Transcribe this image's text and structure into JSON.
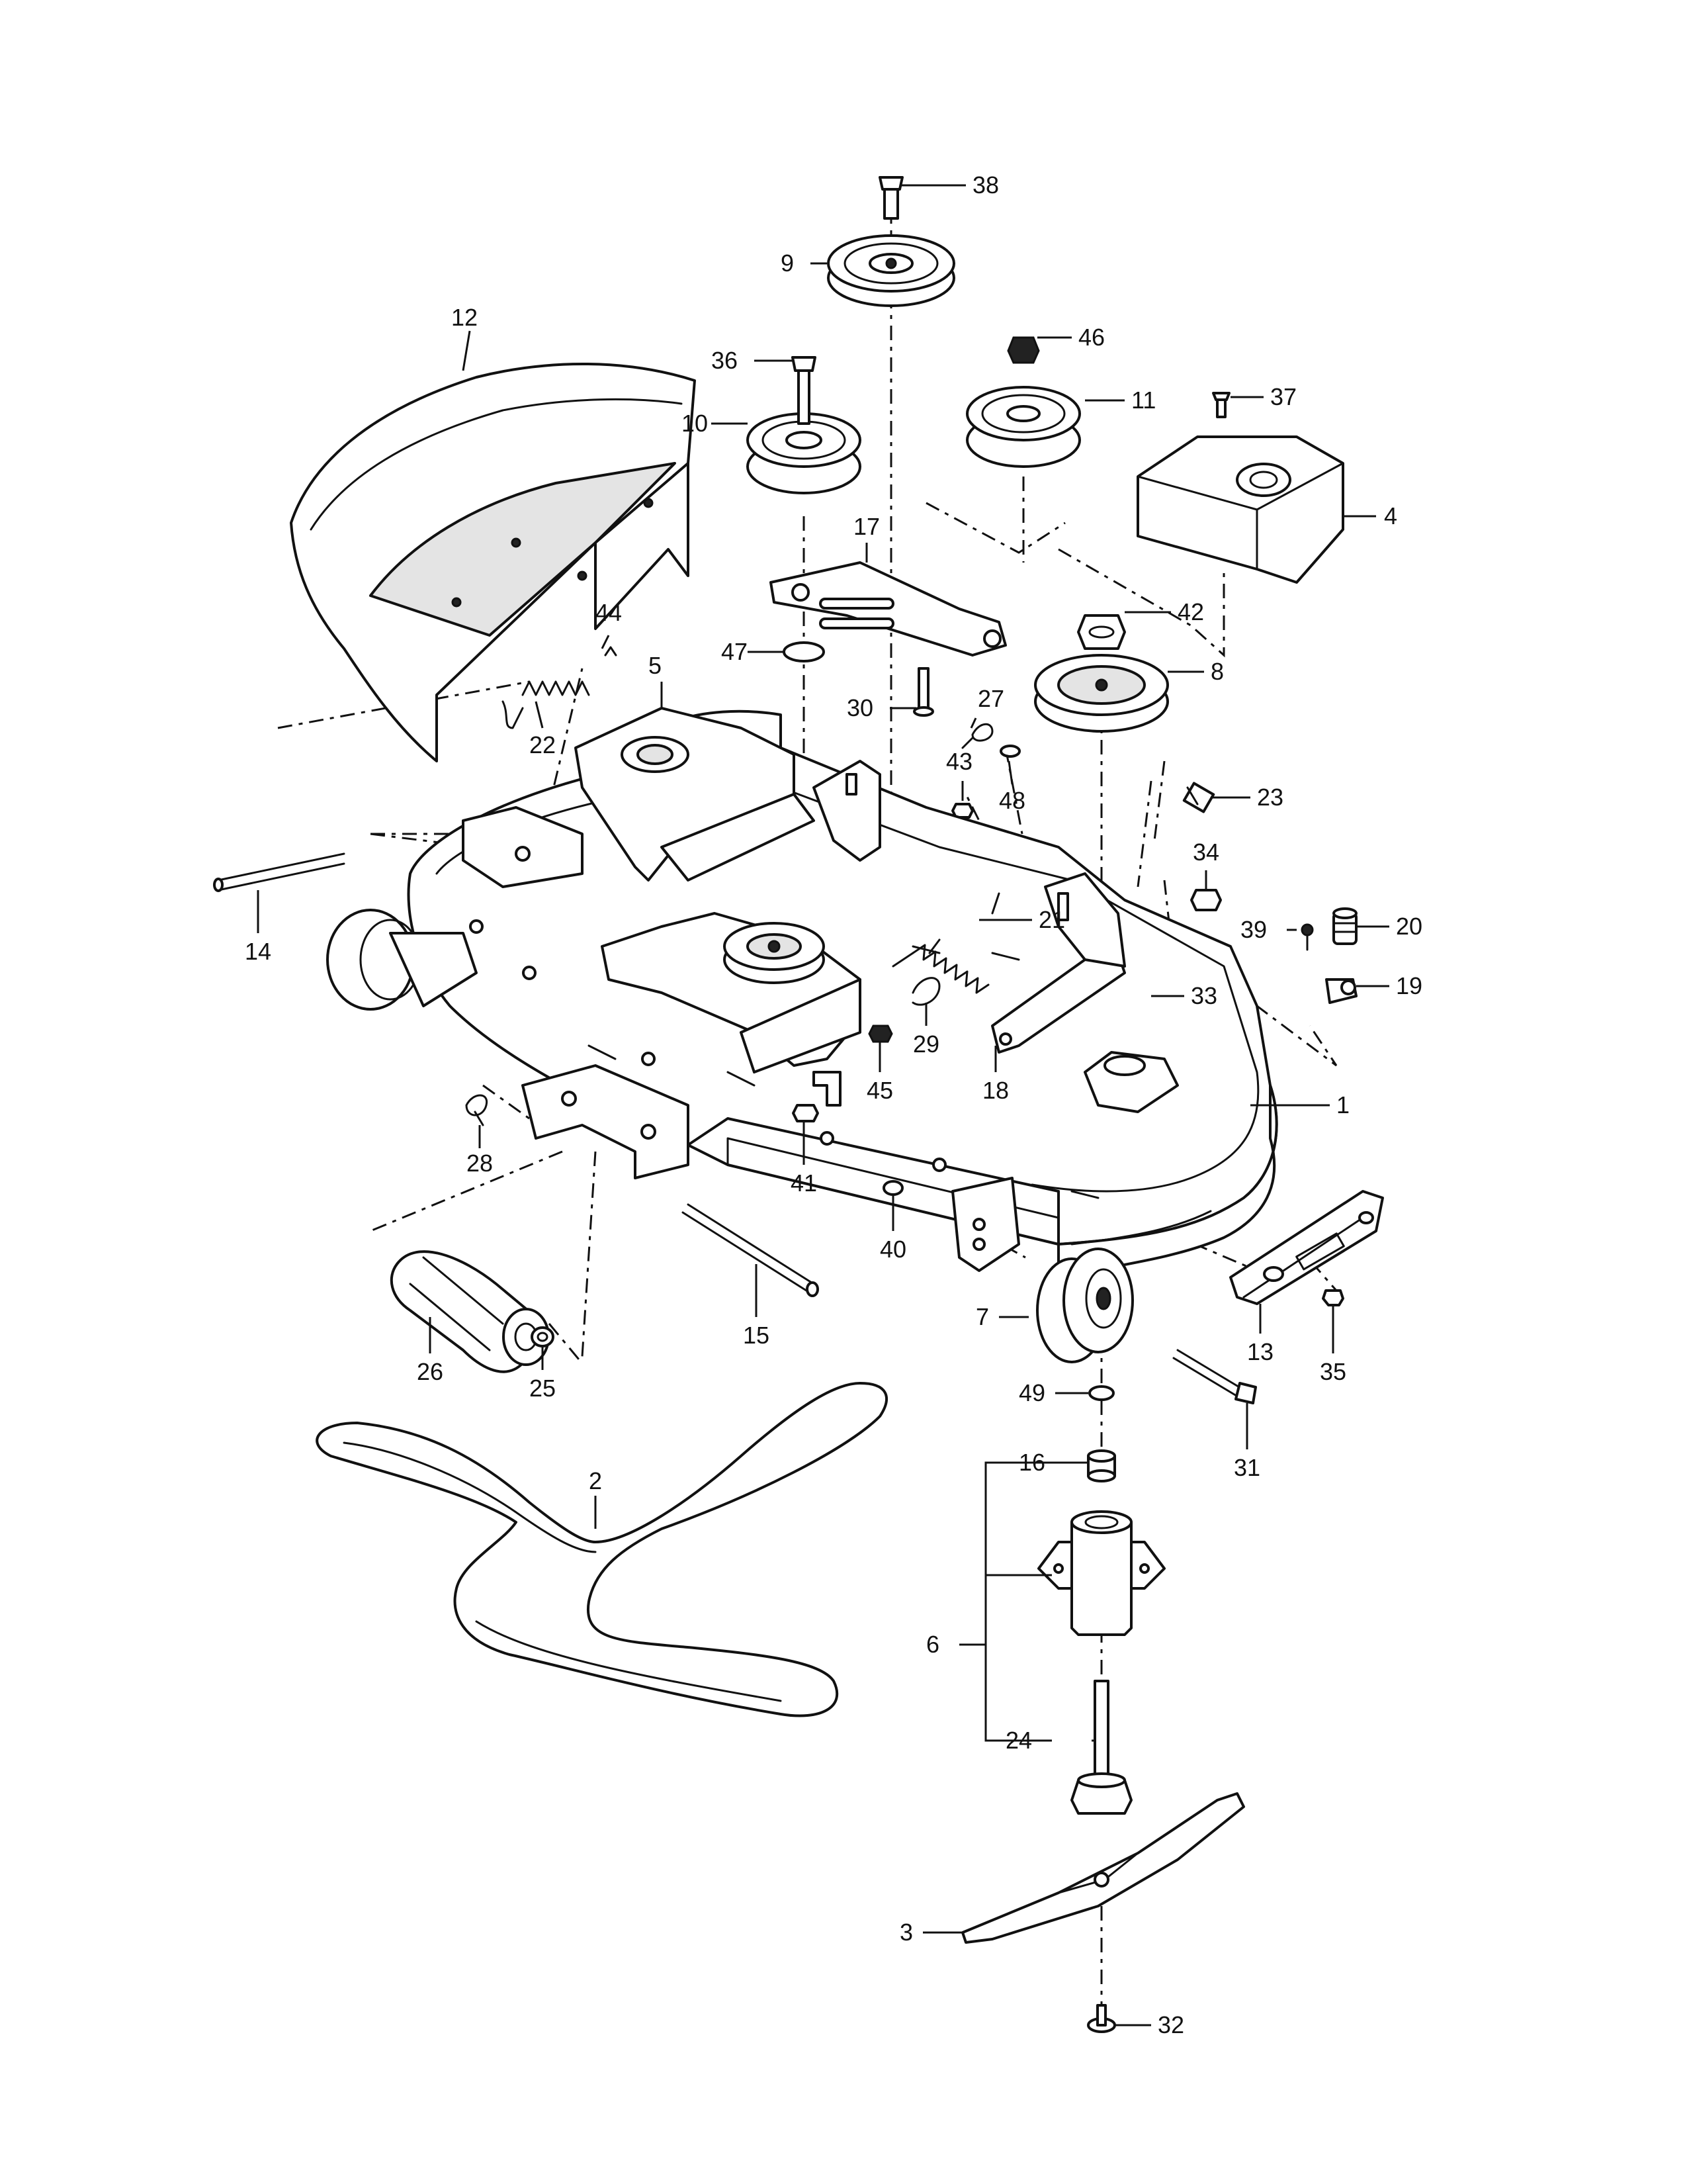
{
  "diagram": {
    "callouts": [
      {
        "id": "c1",
        "label": "1"
      },
      {
        "id": "c2",
        "label": "2"
      },
      {
        "id": "c3",
        "label": "3"
      },
      {
        "id": "c4",
        "label": "4"
      },
      {
        "id": "c5",
        "label": "5"
      },
      {
        "id": "c6",
        "label": "6"
      },
      {
        "id": "c7",
        "label": "7"
      },
      {
        "id": "c8",
        "label": "8"
      },
      {
        "id": "c9",
        "label": "9"
      },
      {
        "id": "c10",
        "label": "10"
      },
      {
        "id": "c11",
        "label": "11"
      },
      {
        "id": "c12",
        "label": "12"
      },
      {
        "id": "c13",
        "label": "13"
      },
      {
        "id": "c14",
        "label": "14"
      },
      {
        "id": "c15",
        "label": "15"
      },
      {
        "id": "c16",
        "label": "16"
      },
      {
        "id": "c17",
        "label": "17"
      },
      {
        "id": "c18",
        "label": "18"
      },
      {
        "id": "c19",
        "label": "19"
      },
      {
        "id": "c20",
        "label": "20"
      },
      {
        "id": "c21",
        "label": "21"
      },
      {
        "id": "c22",
        "label": "22"
      },
      {
        "id": "c23",
        "label": "23"
      },
      {
        "id": "c24",
        "label": "24"
      },
      {
        "id": "c25",
        "label": "25"
      },
      {
        "id": "c26",
        "label": "26"
      },
      {
        "id": "c27",
        "label": "27"
      },
      {
        "id": "c28",
        "label": "28"
      },
      {
        "id": "c29",
        "label": "29"
      },
      {
        "id": "c30",
        "label": "30"
      },
      {
        "id": "c31",
        "label": "31"
      },
      {
        "id": "c32",
        "label": "32"
      },
      {
        "id": "c33",
        "label": "33"
      },
      {
        "id": "c34",
        "label": "34"
      },
      {
        "id": "c35",
        "label": "35"
      },
      {
        "id": "c36",
        "label": "36"
      },
      {
        "id": "c37",
        "label": "37"
      },
      {
        "id": "c38",
        "label": "38"
      },
      {
        "id": "c39",
        "label": "39"
      },
      {
        "id": "c40",
        "label": "40"
      },
      {
        "id": "c41",
        "label": "41"
      },
      {
        "id": "c42",
        "label": "42"
      },
      {
        "id": "c43",
        "label": "43"
      },
      {
        "id": "c44",
        "label": "44"
      },
      {
        "id": "c45",
        "label": "45"
      },
      {
        "id": "c46",
        "label": "46"
      },
      {
        "id": "c47",
        "label": "47"
      },
      {
        "id": "c48",
        "label": "48"
      },
      {
        "id": "c49",
        "label": "49"
      }
    ]
  }
}
